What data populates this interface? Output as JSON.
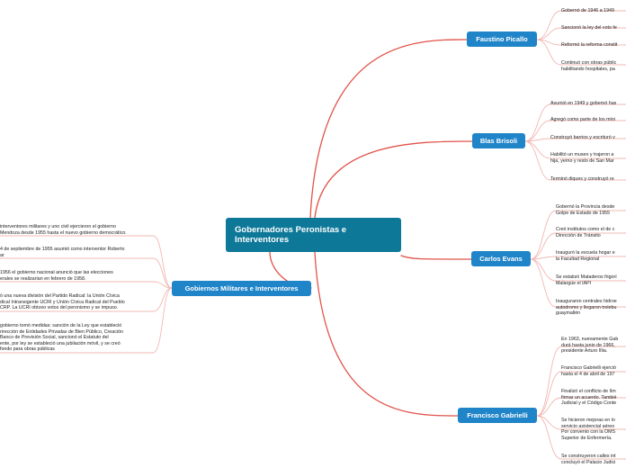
{
  "central": {
    "title": "Gobernadores Peronistas e Interventores"
  },
  "colors": {
    "central_bg": "#0e7898",
    "branch_bg": "#1f84c8",
    "link_main": "#e0534a",
    "link_leaf": "#f2b8b4"
  },
  "branches": [
    {
      "label": "Faustino Picallo",
      "leaves": [
        "Gobernó de 1946 a 1949",
        "Sancionó la ley del voto fe",
        "Reformó la reforma constit",
        "Continuó con obras públic\nhabilitando hospitales, pa"
      ]
    },
    {
      "label": "Blas Brisoli",
      "leaves": [
        "Asumió en 1949 y gobernó has",
        "Agregó como parte de los mini",
        "Construyó barrios y escrituró v",
        "Habilitó un museo y trajeron a\nhija, yerno y resto de San Mar",
        "Terminó diques y construyó re"
      ]
    },
    {
      "label": "Carlos Evans",
      "leaves": [
        "Gobernó la Provincia desde\nGolpe de Estado de 1955",
        "Creó institutos como el de c\nDirección de Tránsito",
        "Inauguró la escuela hogar e\nla Facultad Regional",
        "Se estatizó Mataderos frigorí\nMalargüe el IAPI",
        "Inauguraron centrales hidroe\nautodromo y llegaron trolebu\nguaymallén"
      ]
    },
    {
      "label": "Francisco Gabrielli",
      "leaves": [
        "En 1963, nuevamente Gab\ndurá hasta junio de 1966,\npresidente Arturo Illia.",
        "Francisco Gabrielli ejerció\nhasta el 4 de abril de 197",
        "Finalizó el conflicto de lím\nfirmar un acuerdo. Tambié\nJudicial y el Código Conte",
        "Se hicieron mejoras en lo\nservicio asistencial aéreo\nPor convenio con la OMS\nSuperior de Enfermería.",
        "Se construyeron calles int\nconcluyó el Palacio Judici"
      ]
    },
    {
      "label": "Gobiernos Militares e Interventores",
      "leaves": [
        "interventores militares y uno civil ejercieron el gobierno\nMendoza desde 1955 hasta el nuevo gobierno democrático.",
        "4 de septiembre de 1955 asumió como interventor Roberto\nar",
        "1956 el gobierno nacional anunció que las elecciones\nerales se realizarían en febrero de 1958.",
        "ó una nueva división del Partido Radical: la Unión Cívica\ndical Intransigente UCRI y Unión Cívica Radical del Pueblo\nCRP. La UCRI obtuvo votos del peronismo y se impuso.",
        "gobierno tomó medidas: sanción de la Ley que estableció\nrirección de Entidades Privadas de Bien Público, Creación\nBanco de Previsión Social, sancionó el Estatuto del\nente, por ley se estableció una jubilación móvil, y se creó\nfondo para obras públicas"
      ]
    }
  ]
}
